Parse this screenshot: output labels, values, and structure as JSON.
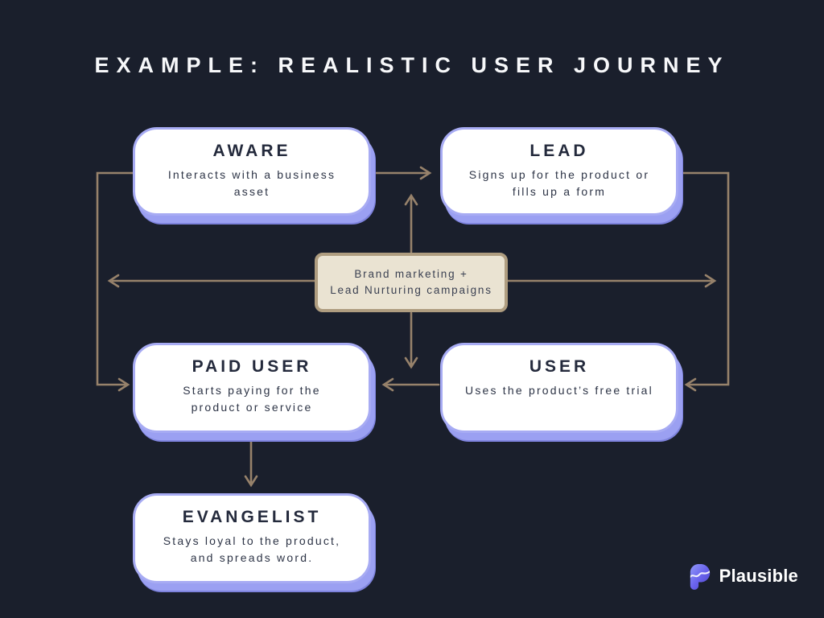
{
  "title": "EXAMPLE: REALISTIC USER JOURNEY",
  "nodes": [
    {
      "id": "aware",
      "title": "AWARE",
      "desc": "Interacts with a business\nasset"
    },
    {
      "id": "lead",
      "title": "LEAD",
      "desc": "Signs up for the product or\nfills up a form"
    },
    {
      "id": "paid-user",
      "title": "PAID USER",
      "desc": "Starts paying for the\nproduct or service"
    },
    {
      "id": "user",
      "title": "USER",
      "desc": "Uses the product’s free trial"
    },
    {
      "id": "evangelist",
      "title": "EVANGELIST",
      "desc": "Stays loyal to the product,\nand spreads word."
    }
  ],
  "center_box": {
    "text": "Brand marketing +\nLead Nurturing campaigns"
  },
  "edges": [
    {
      "from": "aware",
      "to": "lead"
    },
    {
      "from": "aware",
      "to": "paid-user",
      "via": "left-loop"
    },
    {
      "from": "lead",
      "to": "user",
      "via": "right-loop"
    },
    {
      "from": "user",
      "to": "paid-user"
    },
    {
      "from": "paid-user",
      "to": "evangelist"
    },
    {
      "from": "center-box",
      "to": "up"
    },
    {
      "from": "center-box",
      "to": "down"
    },
    {
      "from": "center-box",
      "to": "left"
    },
    {
      "from": "center-box",
      "to": "right"
    }
  ],
  "brand": {
    "name": "Plausible",
    "logo": "plausible-p-icon"
  },
  "colors": {
    "background": "#1a1f2c",
    "card_border": "#a7abf3",
    "card_shadow": "#9ba0f2",
    "arrow": "#97826b",
    "center_fill": "#eae3d2",
    "center_border": "#af9d80",
    "text_dark": "#242a3c",
    "brand_purple": "#5a50e0"
  }
}
